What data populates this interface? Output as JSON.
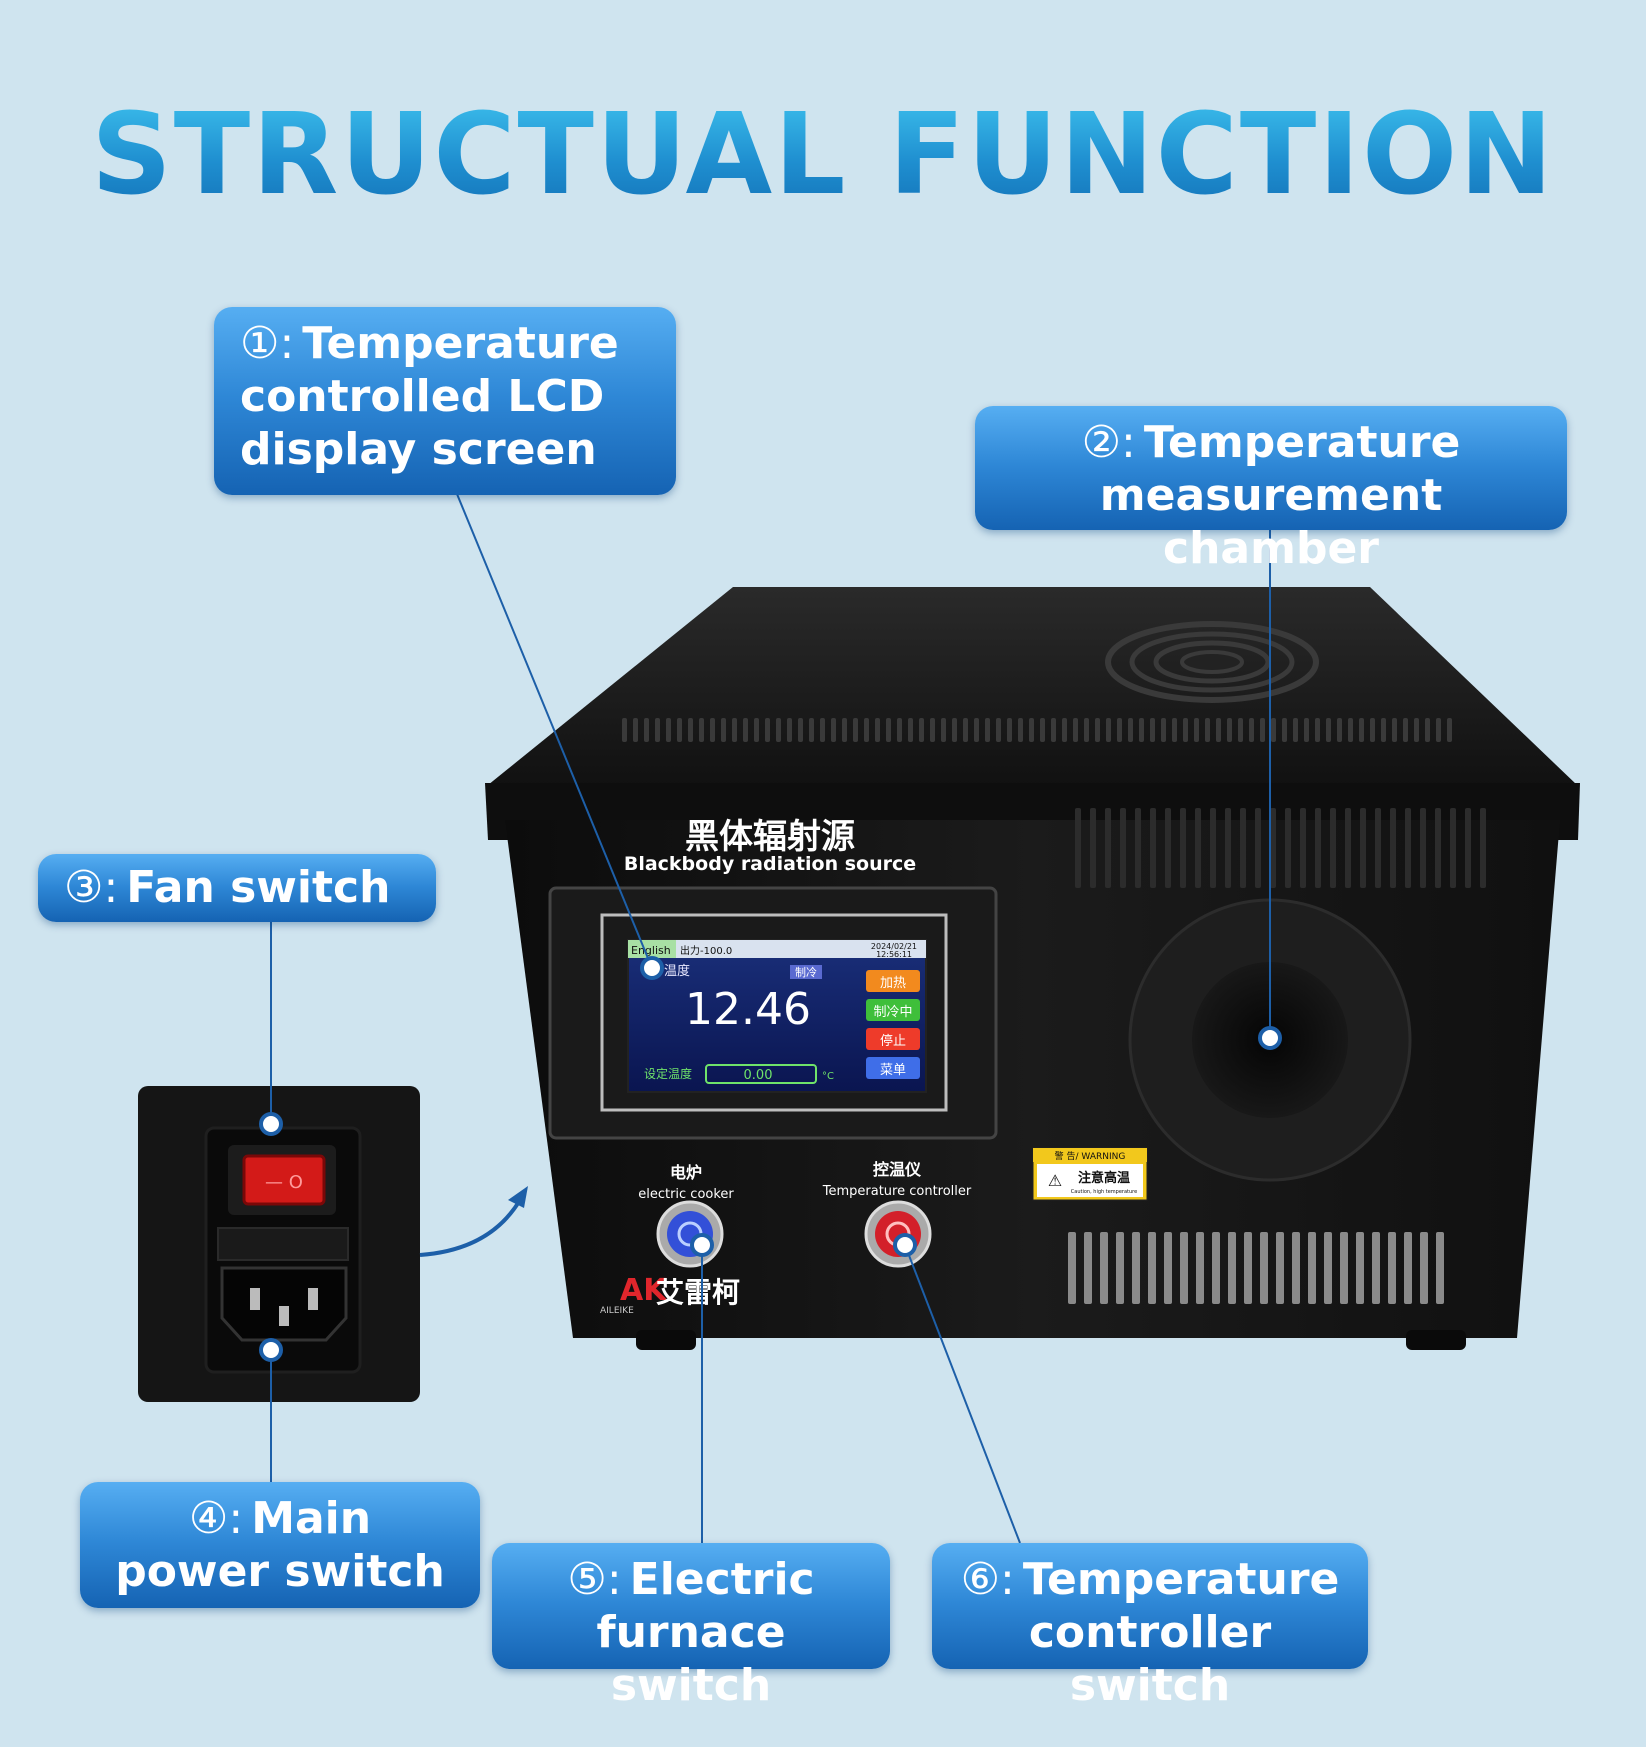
{
  "title": "STRUCTUAL FUNCTION",
  "callouts": [
    {
      "id": "c1",
      "num": "①:",
      "text": "Temperature controlled LCD display screen"
    },
    {
      "id": "c2",
      "num": "②:",
      "text": "Temperature measurement chamber"
    },
    {
      "id": "c3",
      "num": "③:",
      "text": "Fan switch"
    },
    {
      "id": "c4",
      "num": "④:",
      "text": "Main power switch"
    },
    {
      "id": "c5",
      "num": "⑤:",
      "text": "Electric furnace switch"
    },
    {
      "id": "c6",
      "num": "⑥:",
      "text": "Temperature controller switch"
    }
  ],
  "device": {
    "name_cn": "黑体辐射源",
    "name_en": "Blackbody radiation source",
    "lcd": {
      "lang": "English",
      "output": "出力-100.0",
      "date": "2024/02/21",
      "time": "12:56:11",
      "label": "温度",
      "mode": "制冷",
      "reading": "12.46",
      "btn_heat": "加热",
      "btn_cool": "制冷中",
      "btn_stop": "停止",
      "btn_menu": "菜单",
      "set_label": "设定温度",
      "set_value": "0.00",
      "unit": "°C"
    },
    "switch1_cn": "电炉",
    "switch1_en": "electric cooker",
    "switch2_cn": "控温仪",
    "switch2_en": "Temperature controller",
    "warning_top": "警 告/ WARNING",
    "warning_main": "注意高温",
    "warning_sub": "Caution, high temperature",
    "brand_cn": "艾雷柯",
    "brand_mark": "AK",
    "brand_en": "AILEIKE"
  },
  "colors": {
    "background": "#cfe4ef",
    "callout_top": "#56aef2",
    "callout_bottom": "#1563b3",
    "leader_line": "#1d5fa8",
    "device_body": "#151515"
  }
}
